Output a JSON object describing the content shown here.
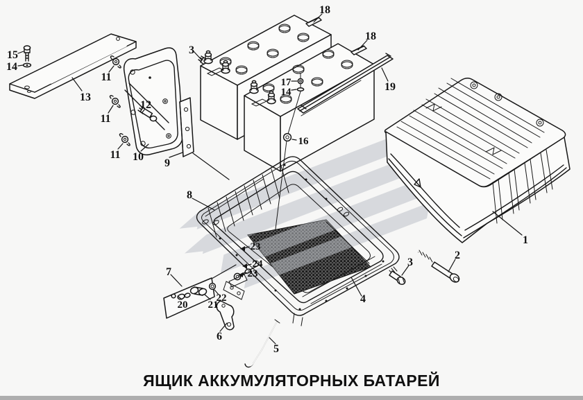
{
  "diagram": {
    "title": "ЯЩИК АККУМУЛЯТОРНЫХ БАТАРЕЙ",
    "colors": {
      "line": "#161616",
      "watermark": "#c3c6cd",
      "mesh": "#4c4c4c",
      "background": "#f7f7f6"
    },
    "callouts": [
      {
        "label": "15"
      },
      {
        "label": "14"
      },
      {
        "label": "13"
      },
      {
        "label": "11"
      },
      {
        "label": "11"
      },
      {
        "label": "11"
      },
      {
        "label": "12"
      },
      {
        "label": "10"
      },
      {
        "label": "9"
      },
      {
        "label": "3"
      },
      {
        "label": "18"
      },
      {
        "label": "18"
      },
      {
        "label": "19"
      },
      {
        "label": "17"
      },
      {
        "label": "14"
      },
      {
        "label": "16"
      },
      {
        "label": "1"
      },
      {
        "label": "8"
      },
      {
        "label": "2"
      },
      {
        "label": "3"
      },
      {
        "label": "4"
      },
      {
        "label": "5"
      },
      {
        "label": "6"
      },
      {
        "label": "7"
      },
      {
        "label": "20"
      },
      {
        "label": "21"
      },
      {
        "label": "22"
      },
      {
        "label": "23"
      },
      {
        "label": "24"
      },
      {
        "label": "23"
      }
    ]
  }
}
